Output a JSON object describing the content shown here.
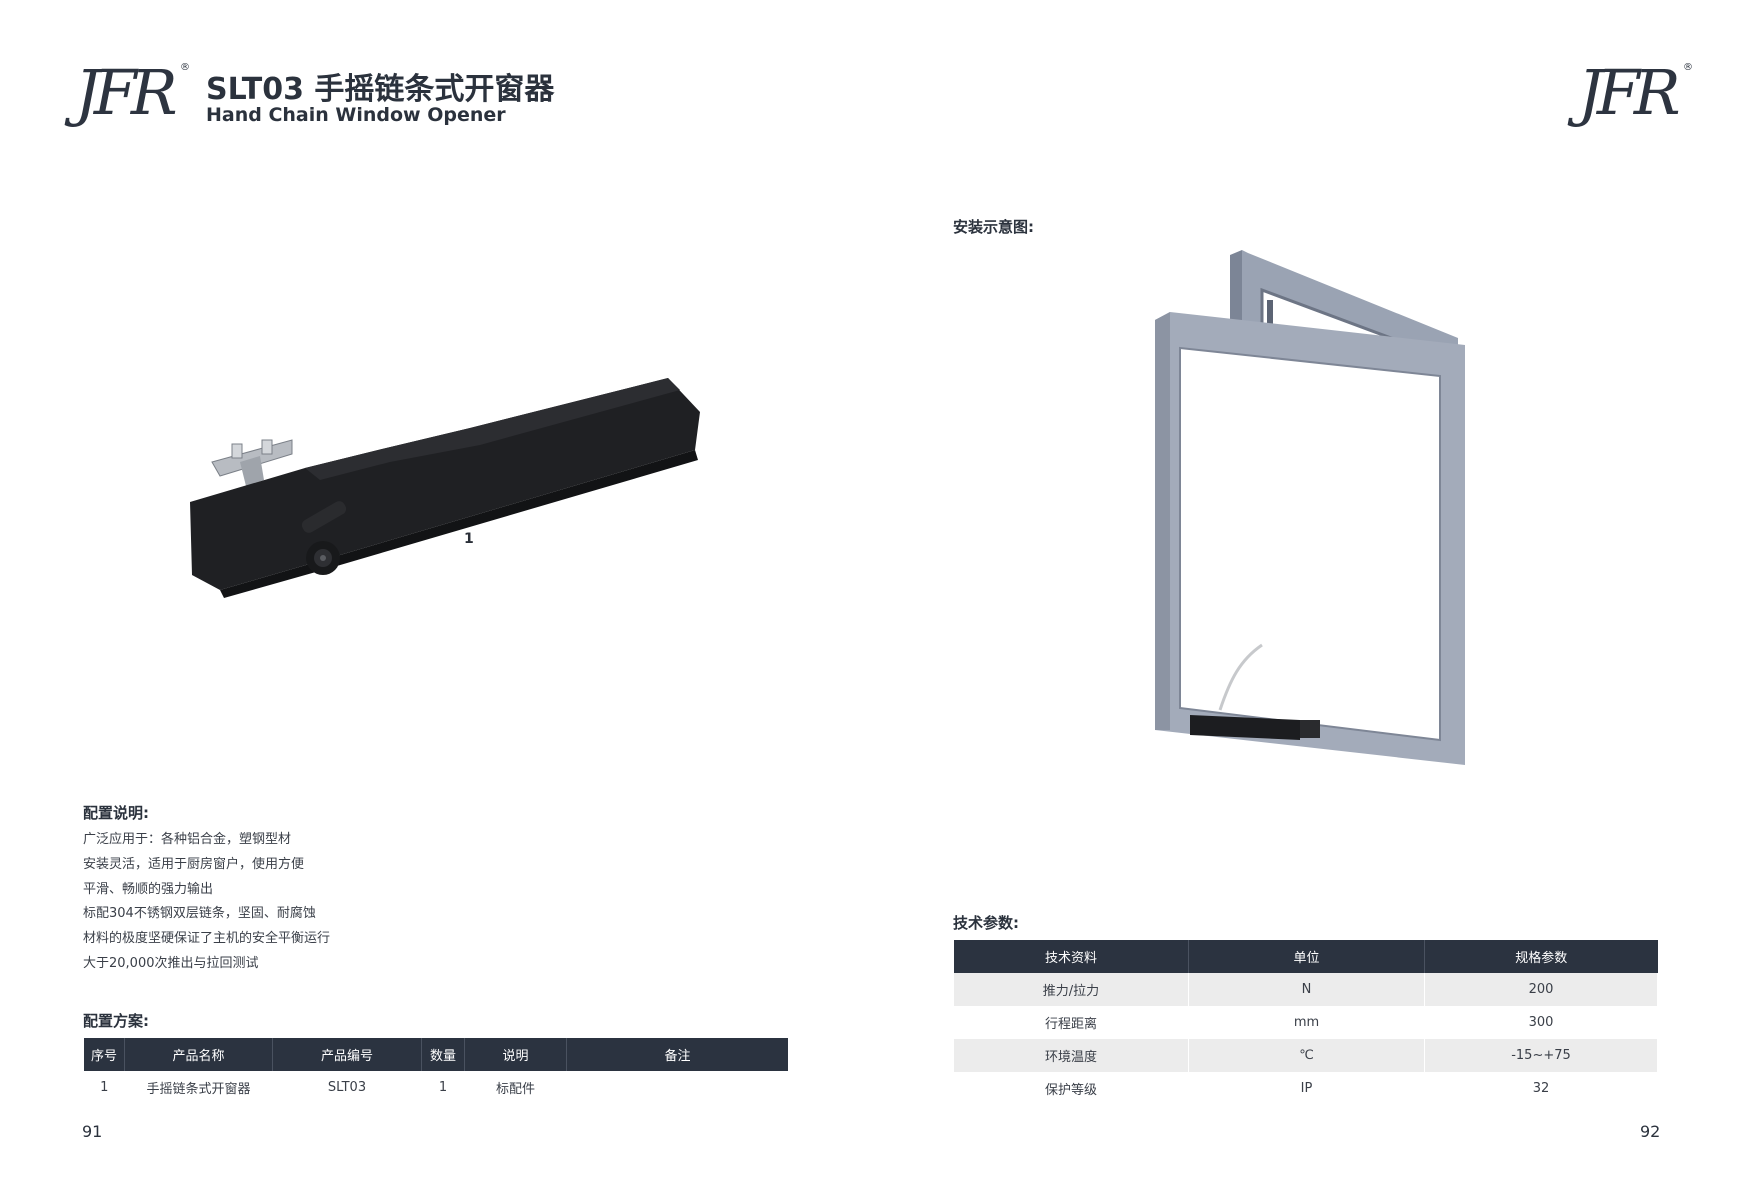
{
  "brand": {
    "logo_left": "JFR",
    "logo_right": "JFR",
    "registered": "®"
  },
  "header": {
    "title_cn": "SLT03 手摇链条式开窗器",
    "title_en": "Hand Chain Window Opener"
  },
  "product_image": {
    "label": "1"
  },
  "install": {
    "heading": "安装示意图:"
  },
  "description": {
    "heading": "配置说明:",
    "items": [
      "广泛应用于：各种铝合金，塑钢型材",
      "安装灵活，适用于厨房窗户，使用方便",
      "平滑、畅顺的强力输出",
      "标配304不锈钢双层链条，坚固、耐腐蚀",
      "材料的极度坚硬保证了主机的安全平衡运行",
      "大于20,000次推出与拉回测试"
    ]
  },
  "config": {
    "heading": "配置方案:",
    "columns": [
      "序号",
      "产品名称",
      "产品编号",
      "数量",
      "说明",
      "备注"
    ],
    "rows": [
      [
        "1",
        "手摇链条式开窗器",
        "SLT03",
        "1",
        "标配件",
        ""
      ]
    ]
  },
  "specs": {
    "heading": "技术参数:",
    "columns": [
      "技术资料",
      "单位",
      "规格参数"
    ],
    "rows": [
      [
        "推力/拉力",
        "N",
        "200"
      ],
      [
        "行程距离",
        "mm",
        "300"
      ],
      [
        "环境温度",
        "℃",
        "-15~+75"
      ],
      [
        "保护等级",
        "IP",
        "32"
      ]
    ]
  },
  "pages": {
    "left": "91",
    "right": "92"
  }
}
